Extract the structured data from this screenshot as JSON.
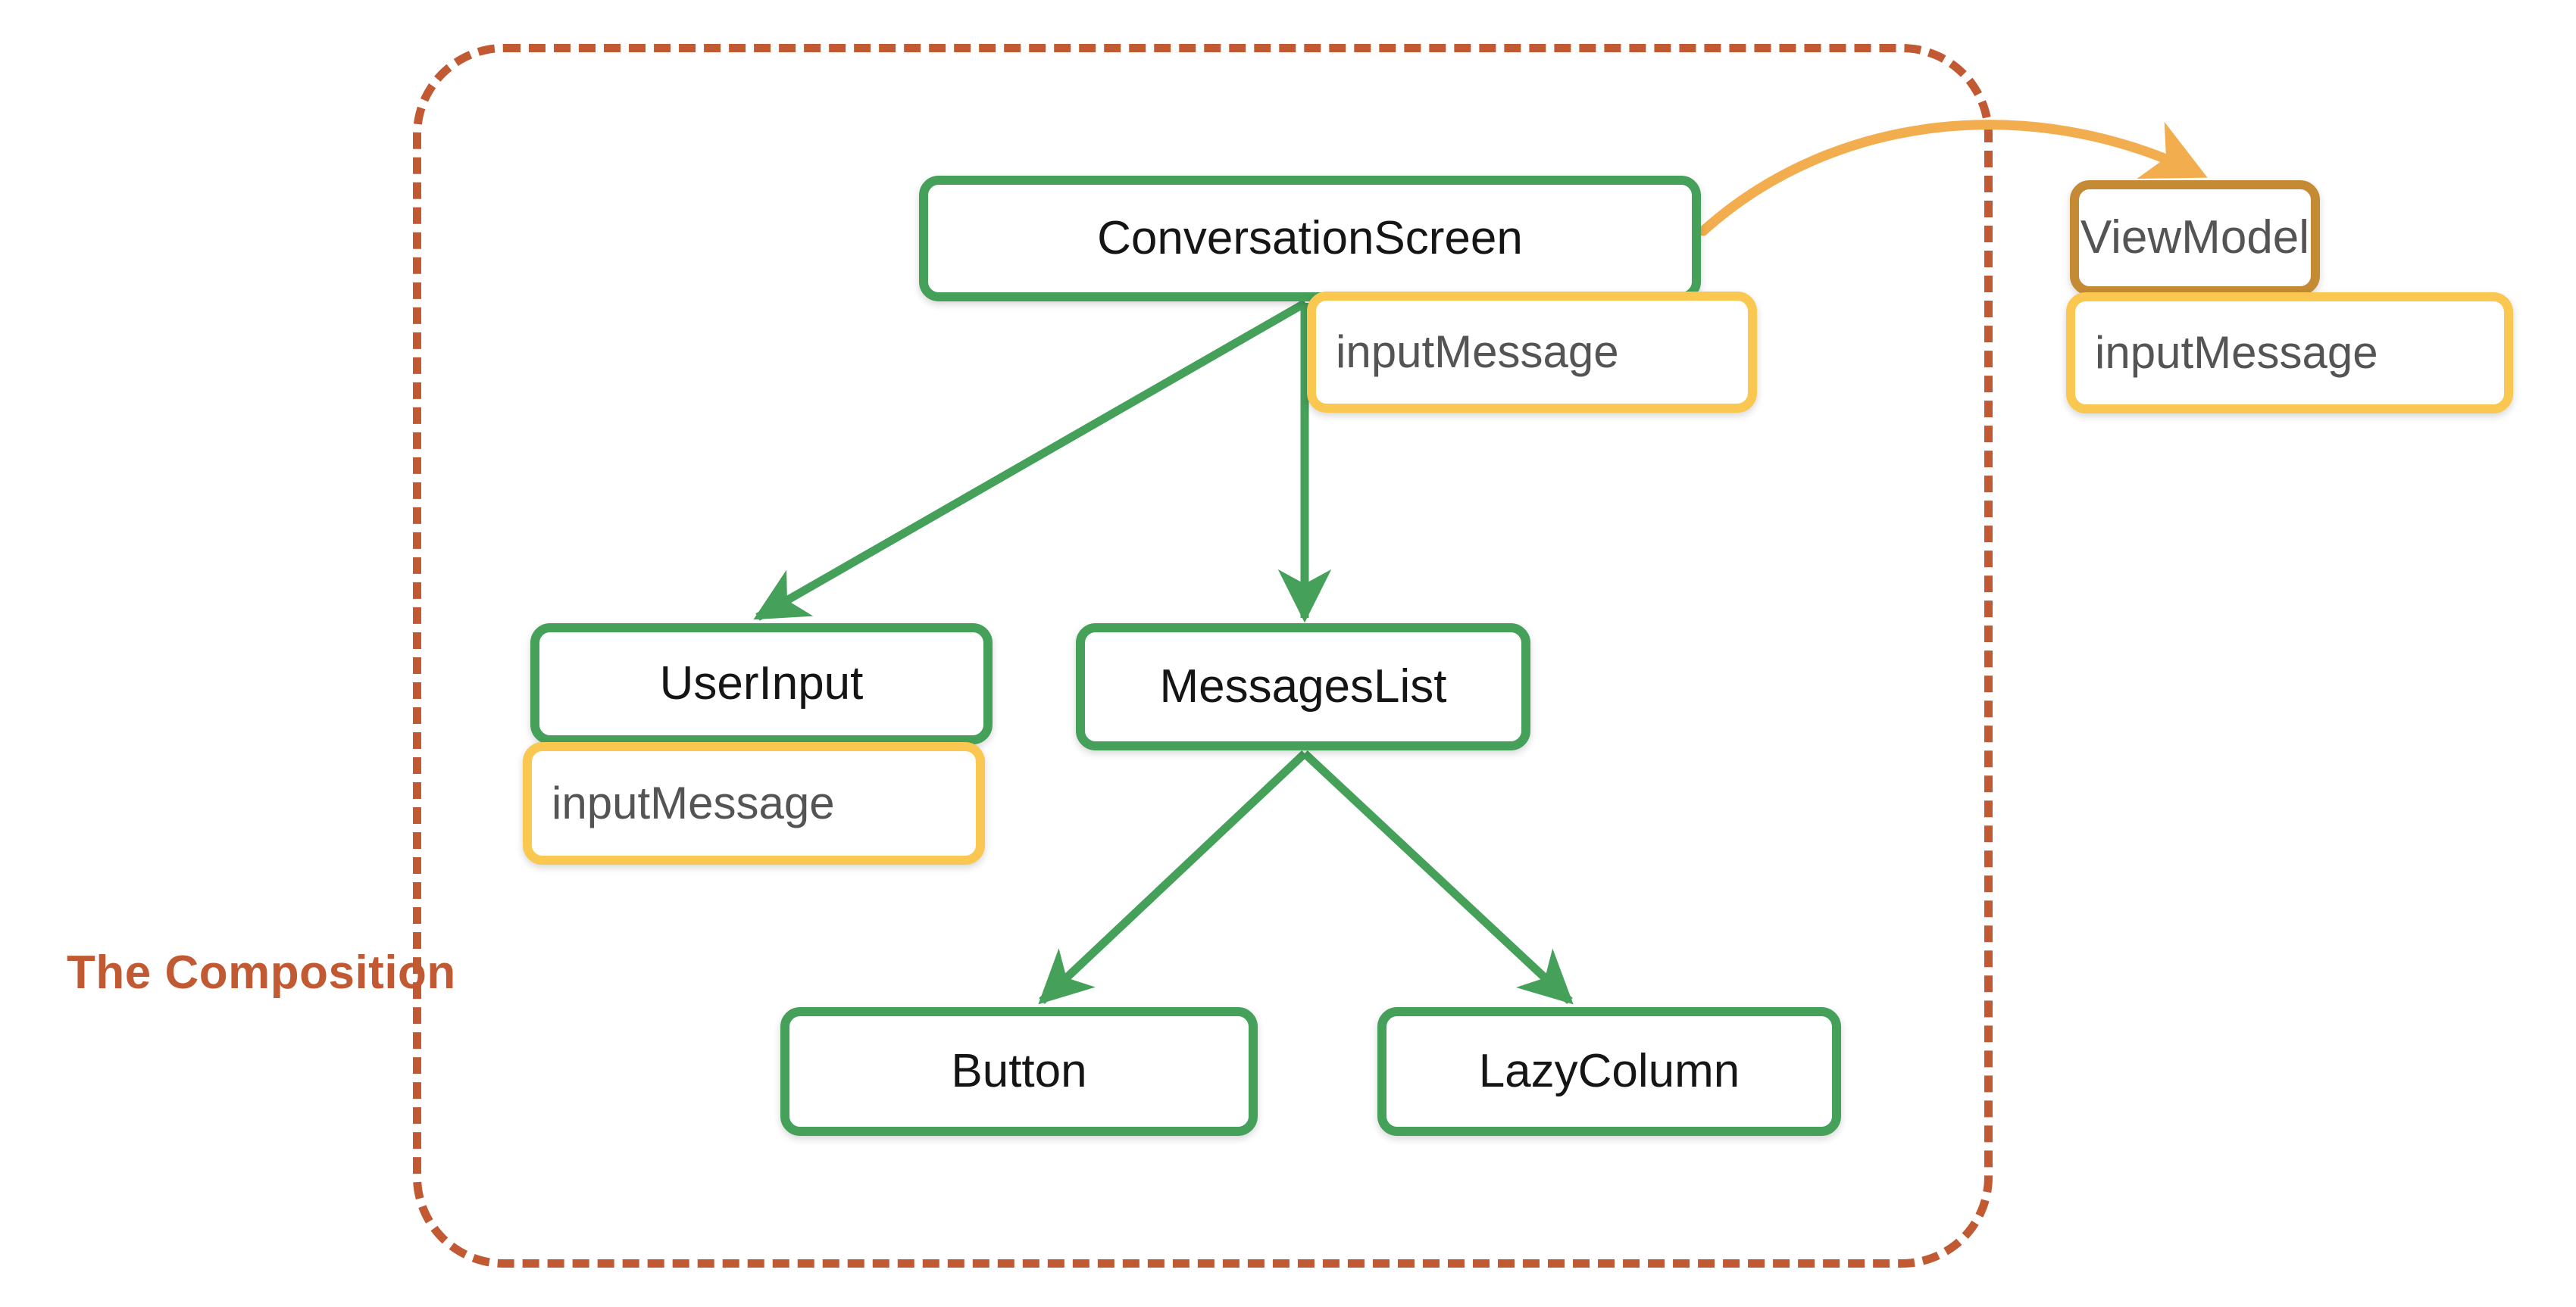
{
  "diagram": {
    "title": "Jetpack Compose state hoisting diagram",
    "boundary": {
      "label": "The Composition",
      "border_color": "#C15A33",
      "style": "dashed"
    },
    "colors": {
      "composable_border": "#45A05A",
      "state_chip_border": "#FAC751",
      "viewmodel_border": "#C58A34",
      "boundary": "#C15A33",
      "state_arrow": "#F2AE4E",
      "composition_arrow": "#45A05A",
      "node_text": "#151515",
      "chip_text": "#545454"
    },
    "nodes": [
      {
        "id": "conversationscreen",
        "label": "ConversationScreen",
        "kind": "composable",
        "state_chip": "inputMessage"
      },
      {
        "id": "viewmodel",
        "label": "ViewModel",
        "kind": "viewmodel",
        "state_chip": "inputMessage"
      },
      {
        "id": "userinput",
        "label": "UserInput",
        "kind": "composable",
        "state_chip": "inputMessage"
      },
      {
        "id": "messageslist",
        "label": "MessagesList",
        "kind": "composable",
        "state_chip": null
      },
      {
        "id": "button",
        "label": "Button",
        "kind": "composable",
        "state_chip": null
      },
      {
        "id": "lazycolumn",
        "label": "LazyColumn",
        "kind": "composable",
        "state_chip": null
      }
    ],
    "edges": [
      {
        "from": "conversationscreen",
        "to": "userinput",
        "kind": "composition",
        "color": "#45A05A"
      },
      {
        "from": "conversationscreen",
        "to": "messageslist",
        "kind": "composition",
        "color": "#45A05A"
      },
      {
        "from": "messageslist",
        "to": "button",
        "kind": "composition",
        "color": "#45A05A"
      },
      {
        "from": "messageslist",
        "to": "lazycolumn",
        "kind": "composition",
        "color": "#45A05A"
      },
      {
        "from": "conversationscreen",
        "to": "viewmodel",
        "kind": "state",
        "color": "#F2AE4E"
      }
    ]
  }
}
